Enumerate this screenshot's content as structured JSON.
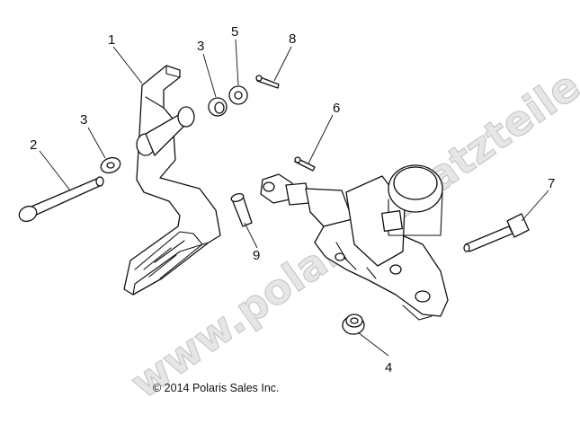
{
  "watermark": "www.polarisersatzteile.de",
  "copyright": "© 2014 Polaris Sales Inc.",
  "callouts": [
    {
      "id": "c1",
      "label": "1"
    },
    {
      "id": "c2",
      "label": "2"
    },
    {
      "id": "c3a",
      "label": "3"
    },
    {
      "id": "c3b",
      "label": "3"
    },
    {
      "id": "c4",
      "label": "4"
    },
    {
      "id": "c5",
      "label": "5"
    },
    {
      "id": "c6",
      "label": "6"
    },
    {
      "id": "c7",
      "label": "7"
    },
    {
      "id": "c8",
      "label": "8"
    },
    {
      "id": "c9",
      "label": "9"
    }
  ]
}
